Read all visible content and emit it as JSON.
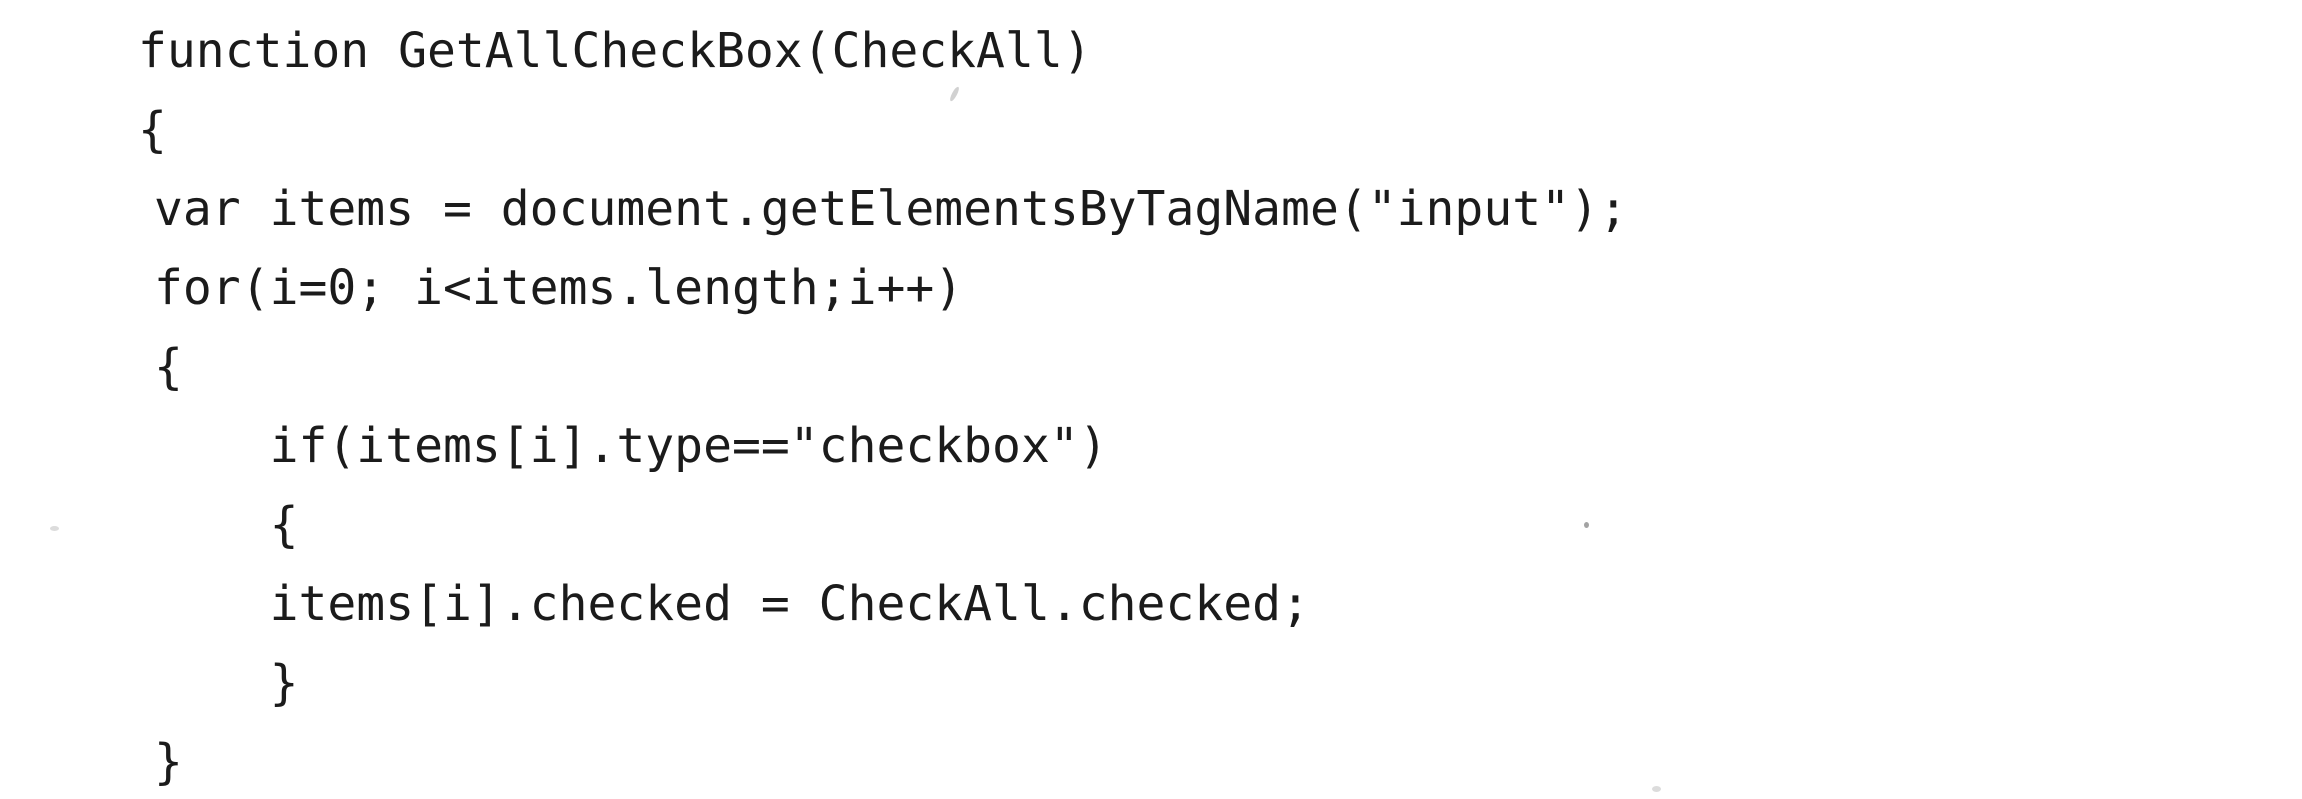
{
  "page": {
    "background_color": "#ffffff",
    "ink_color": "#1b1b1b",
    "kind": "scanned code snippet"
  },
  "code": {
    "lines": [
      {
        "text": "function GetAllCheckBox(CheckAll)"
      },
      {
        "text": "{"
      },
      {
        "text": "var items = document.getElementsByTagName(\"input\");"
      },
      {
        "text": "for(i=0; i<items.length;i++)"
      },
      {
        "text": "{"
      },
      {
        "text": "    if(items[i].type==\"checkbox\")"
      },
      {
        "text": "    {"
      },
      {
        "text": "    items[i].checked = CheckAll.checked;"
      },
      {
        "text": "    }"
      },
      {
        "text": "}"
      }
    ]
  }
}
